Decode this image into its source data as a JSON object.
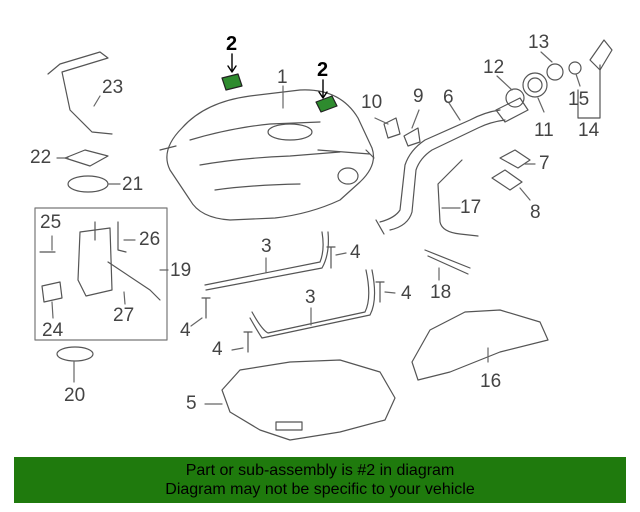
{
  "callouts": {
    "c1": "1",
    "c2a": "2",
    "c2b": "2",
    "c3a": "3",
    "c3b": "3",
    "c4a": "4",
    "c4b": "4",
    "c4c": "4",
    "c4d": "4",
    "c5": "5",
    "c6": "6",
    "c7": "7",
    "c8": "8",
    "c9": "9",
    "c10": "10",
    "c11": "11",
    "c12": "12",
    "c13": "13",
    "c14": "14",
    "c15": "15",
    "c16": "16",
    "c17": "17",
    "c18": "18",
    "c19": "19",
    "c20": "20",
    "c21": "21",
    "c22": "22",
    "c23": "23",
    "c24": "24",
    "c25": "25",
    "c26": "26",
    "c27": "27"
  },
  "banner": {
    "line1": "Part or sub-assembly is #2 in diagram",
    "line2": "Diagram may not be specific to your vehicle"
  },
  "colors": {
    "highlight_part": "#2e8b2e",
    "banner_bg": "#1f7a0d",
    "line_art": "#555555"
  }
}
